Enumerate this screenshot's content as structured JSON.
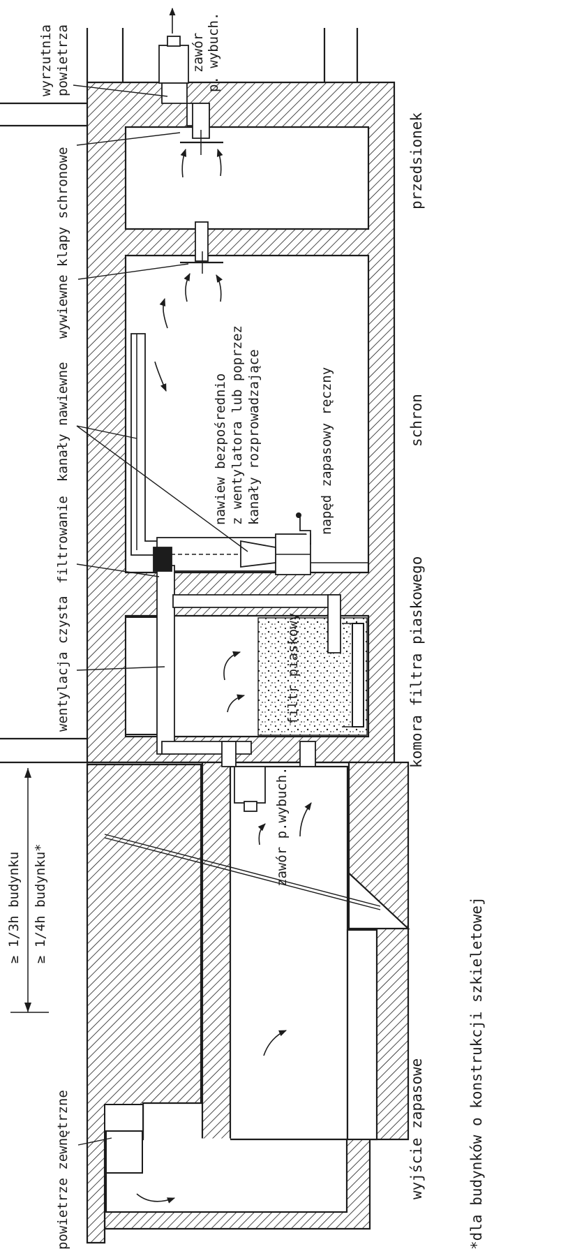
{
  "labels": {
    "wyrzutnia": [
      "wyrzutnia",
      "powietrza"
    ],
    "zawor_top": [
      "zawór",
      "p. wybuch."
    ],
    "klapy": "wywiewne klapy schronowe",
    "przedsionek": "przedsionek",
    "kanaly": "kanały nawiewne",
    "nawiew": [
      "nawiew bezpośrednio",
      "z wentylatora lub poprzez",
      "kanały rozprowadzające"
    ],
    "naped": "napęd zapasowy ręczny",
    "schron": "schron",
    "filtrowanie": "filtrowanie",
    "wentylacja": "wentylacja czysta",
    "komora": "komora filtra piaskowego",
    "filtr": "filtr piaskowy",
    "zawor_bottom": "zawór p.wybuch.",
    "dim1": "≥ 1/3h budynku",
    "dim2": "≥ 1/4h budynku*",
    "powietrze": "powietrze zewnętrzne",
    "wyjscie": "wyjście zapasowe",
    "footnote": "*dla budynków o konstrukcji szkieletowej"
  }
}
